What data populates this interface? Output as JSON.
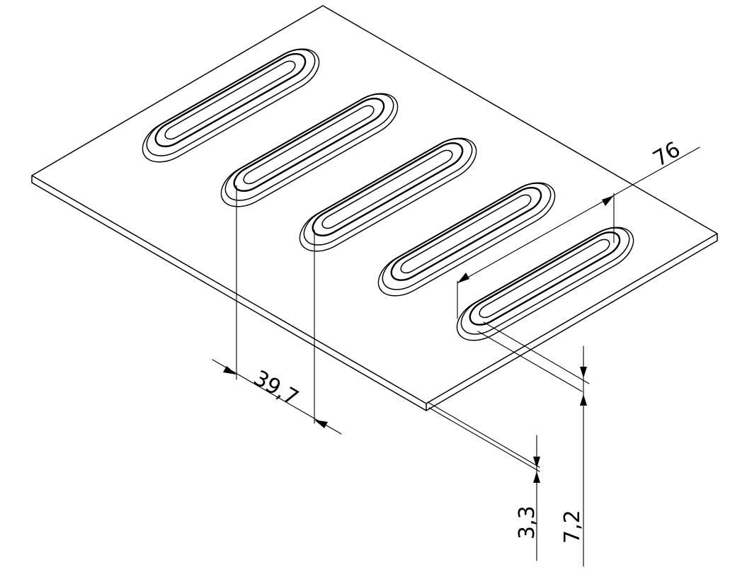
{
  "drawing": {
    "dimensions": {
      "spacing": "39,7",
      "rib_length": "76",
      "sheet_thickness": "3,3",
      "total_height": "7,2"
    },
    "rib_count": 5,
    "line_color": "#000000",
    "background": "#ffffff"
  }
}
